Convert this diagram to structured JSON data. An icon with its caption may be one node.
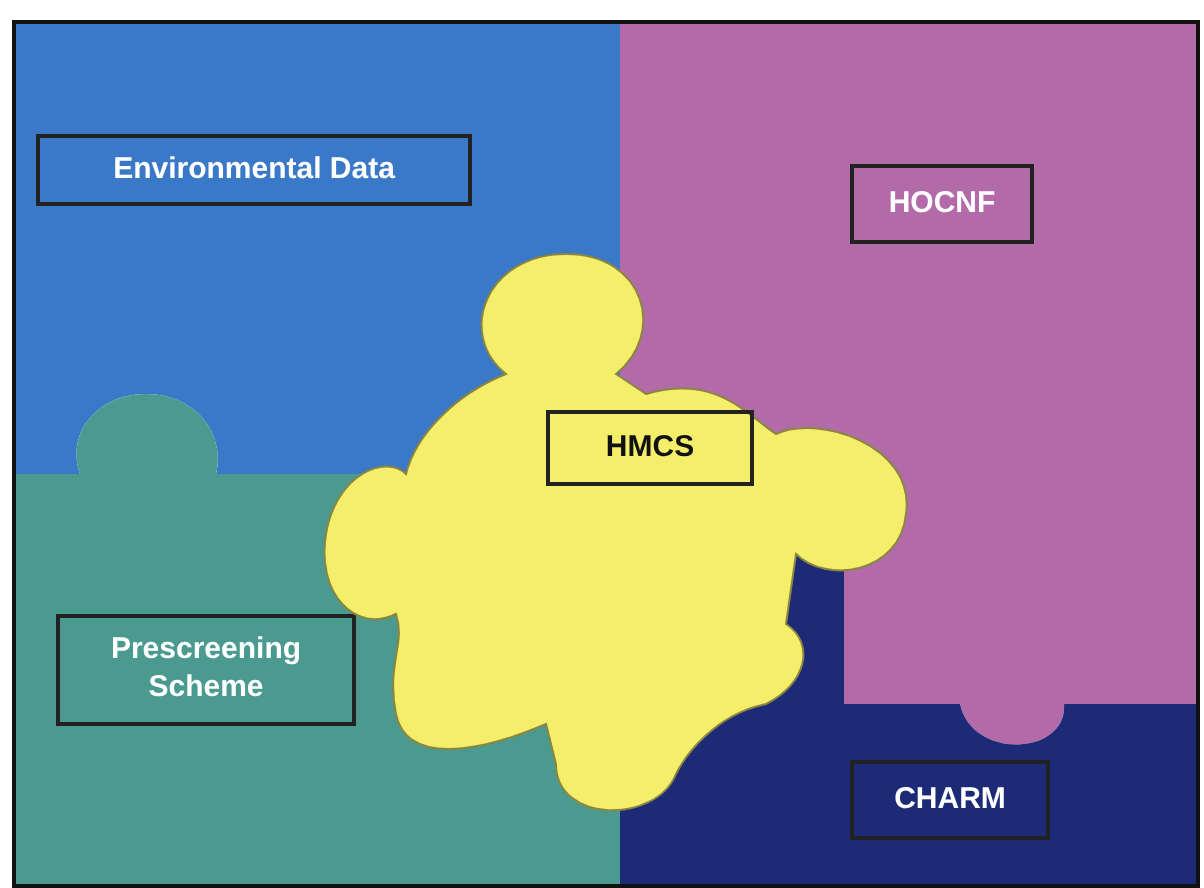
{
  "diagram": {
    "nodes": [
      {
        "text": [
          "Environmental Data"
        ]
      },
      {
        "text": [
          "HOCNF"
        ]
      },
      {
        "text": [
          "Prescreening Scheme"
        ]
      },
      {
        "text": [
          "CHARM"
        ]
      },
      {
        "text": [
          "HMCS"
        ]
      }
    ]
  }
}
